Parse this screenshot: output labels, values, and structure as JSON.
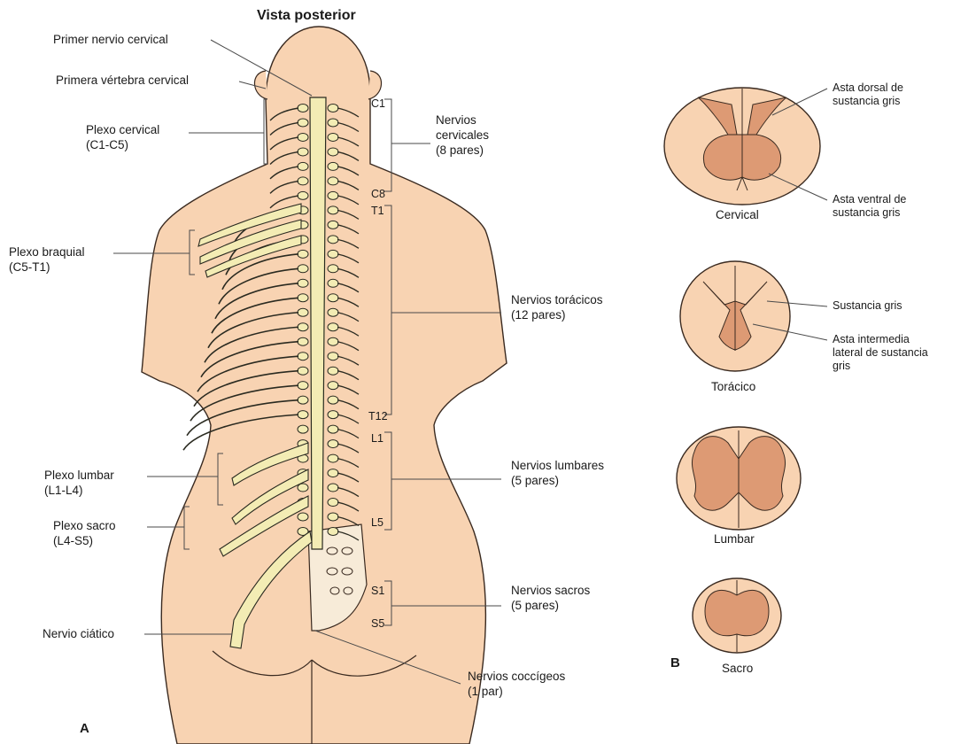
{
  "title": "Vista posterior",
  "panel_a": "A",
  "panel_b": "B",
  "left_labels": {
    "primer_nervio_cervical": "Primer nervio cervical",
    "primera_vertebra_cervical": "Primera vértebra cervical",
    "plexo_cervical": [
      "Plexo cervical",
      "(C1-C5)"
    ],
    "plexo_braquial": [
      "Plexo braquial",
      "(C5-T1)"
    ],
    "plexo_lumbar": [
      "Plexo lumbar",
      "(L1-L4)"
    ],
    "plexo_sacro": [
      "Plexo sacro",
      "(L4-S5)"
    ],
    "nervio_ciatico": "Nervio ciático"
  },
  "segment_labels": {
    "c1": "C1",
    "c8": "C8",
    "t1": "T1",
    "t12": "T12",
    "l1": "L1",
    "l5": "L5",
    "s1": "S1",
    "s5": "S5"
  },
  "right_labels": {
    "nervios_cervicales": [
      "Nervios",
      "cervicales",
      "(8 pares)"
    ],
    "nervios_toracicos": [
      "Nervios torácicos",
      "(12 pares)"
    ],
    "nervios_lumbares": [
      "Nervios lumbares",
      "(5 pares)"
    ],
    "nervios_sacros": [
      "Nervios sacros",
      "(5 pares)"
    ],
    "nervios_coccigeos": [
      "Nervios coccígeos",
      "(1 par)"
    ]
  },
  "sections": {
    "cervical": "Cervical",
    "toracico": "Torácico",
    "lumbar": "Lumbar",
    "sacro": "Sacro"
  },
  "section_labels": {
    "asta_dorsal": [
      "Asta dorsal de",
      "sustancia gris"
    ],
    "asta_ventral": [
      "Asta ventral de",
      "sustancia gris"
    ],
    "sustancia_gris": "Sustancia gris",
    "asta_intermedia": [
      "Asta intermedia",
      "lateral de sustancia",
      "gris"
    ]
  },
  "colors": {
    "skin": "#f8d3b2",
    "skin_outline": "#3a2a20",
    "nerve": "#f3ecb4",
    "nerve_outline": "#2a2a20",
    "grey_matter": "#dd9a74",
    "white_matter": "#f8d3b2"
  }
}
